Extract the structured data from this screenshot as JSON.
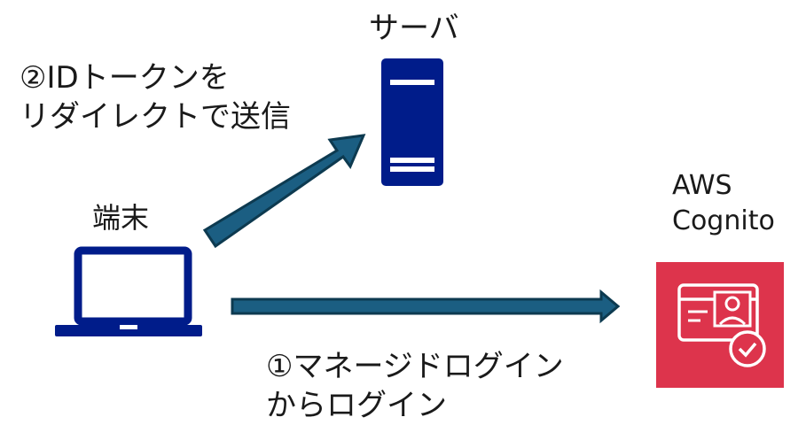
{
  "server": {
    "label": "サーバ"
  },
  "terminal": {
    "label": "端末"
  },
  "cognito": {
    "label_lines": [
      "AWS",
      "Cognito"
    ],
    "color": "#dd344c"
  },
  "step2": {
    "lines": [
      "②IDトークンを",
      "リダイレクトで送信"
    ]
  },
  "step1": {
    "lines": [
      "①マネージドログイン",
      "からログイン"
    ]
  },
  "colors": {
    "arrow_fill": "#1b5e82",
    "arrow_stroke": "#0d3a50",
    "device_blue": "#001c8a"
  },
  "icons": {
    "server": "server-icon",
    "laptop": "laptop-icon",
    "cognito": "cognito-icon"
  }
}
